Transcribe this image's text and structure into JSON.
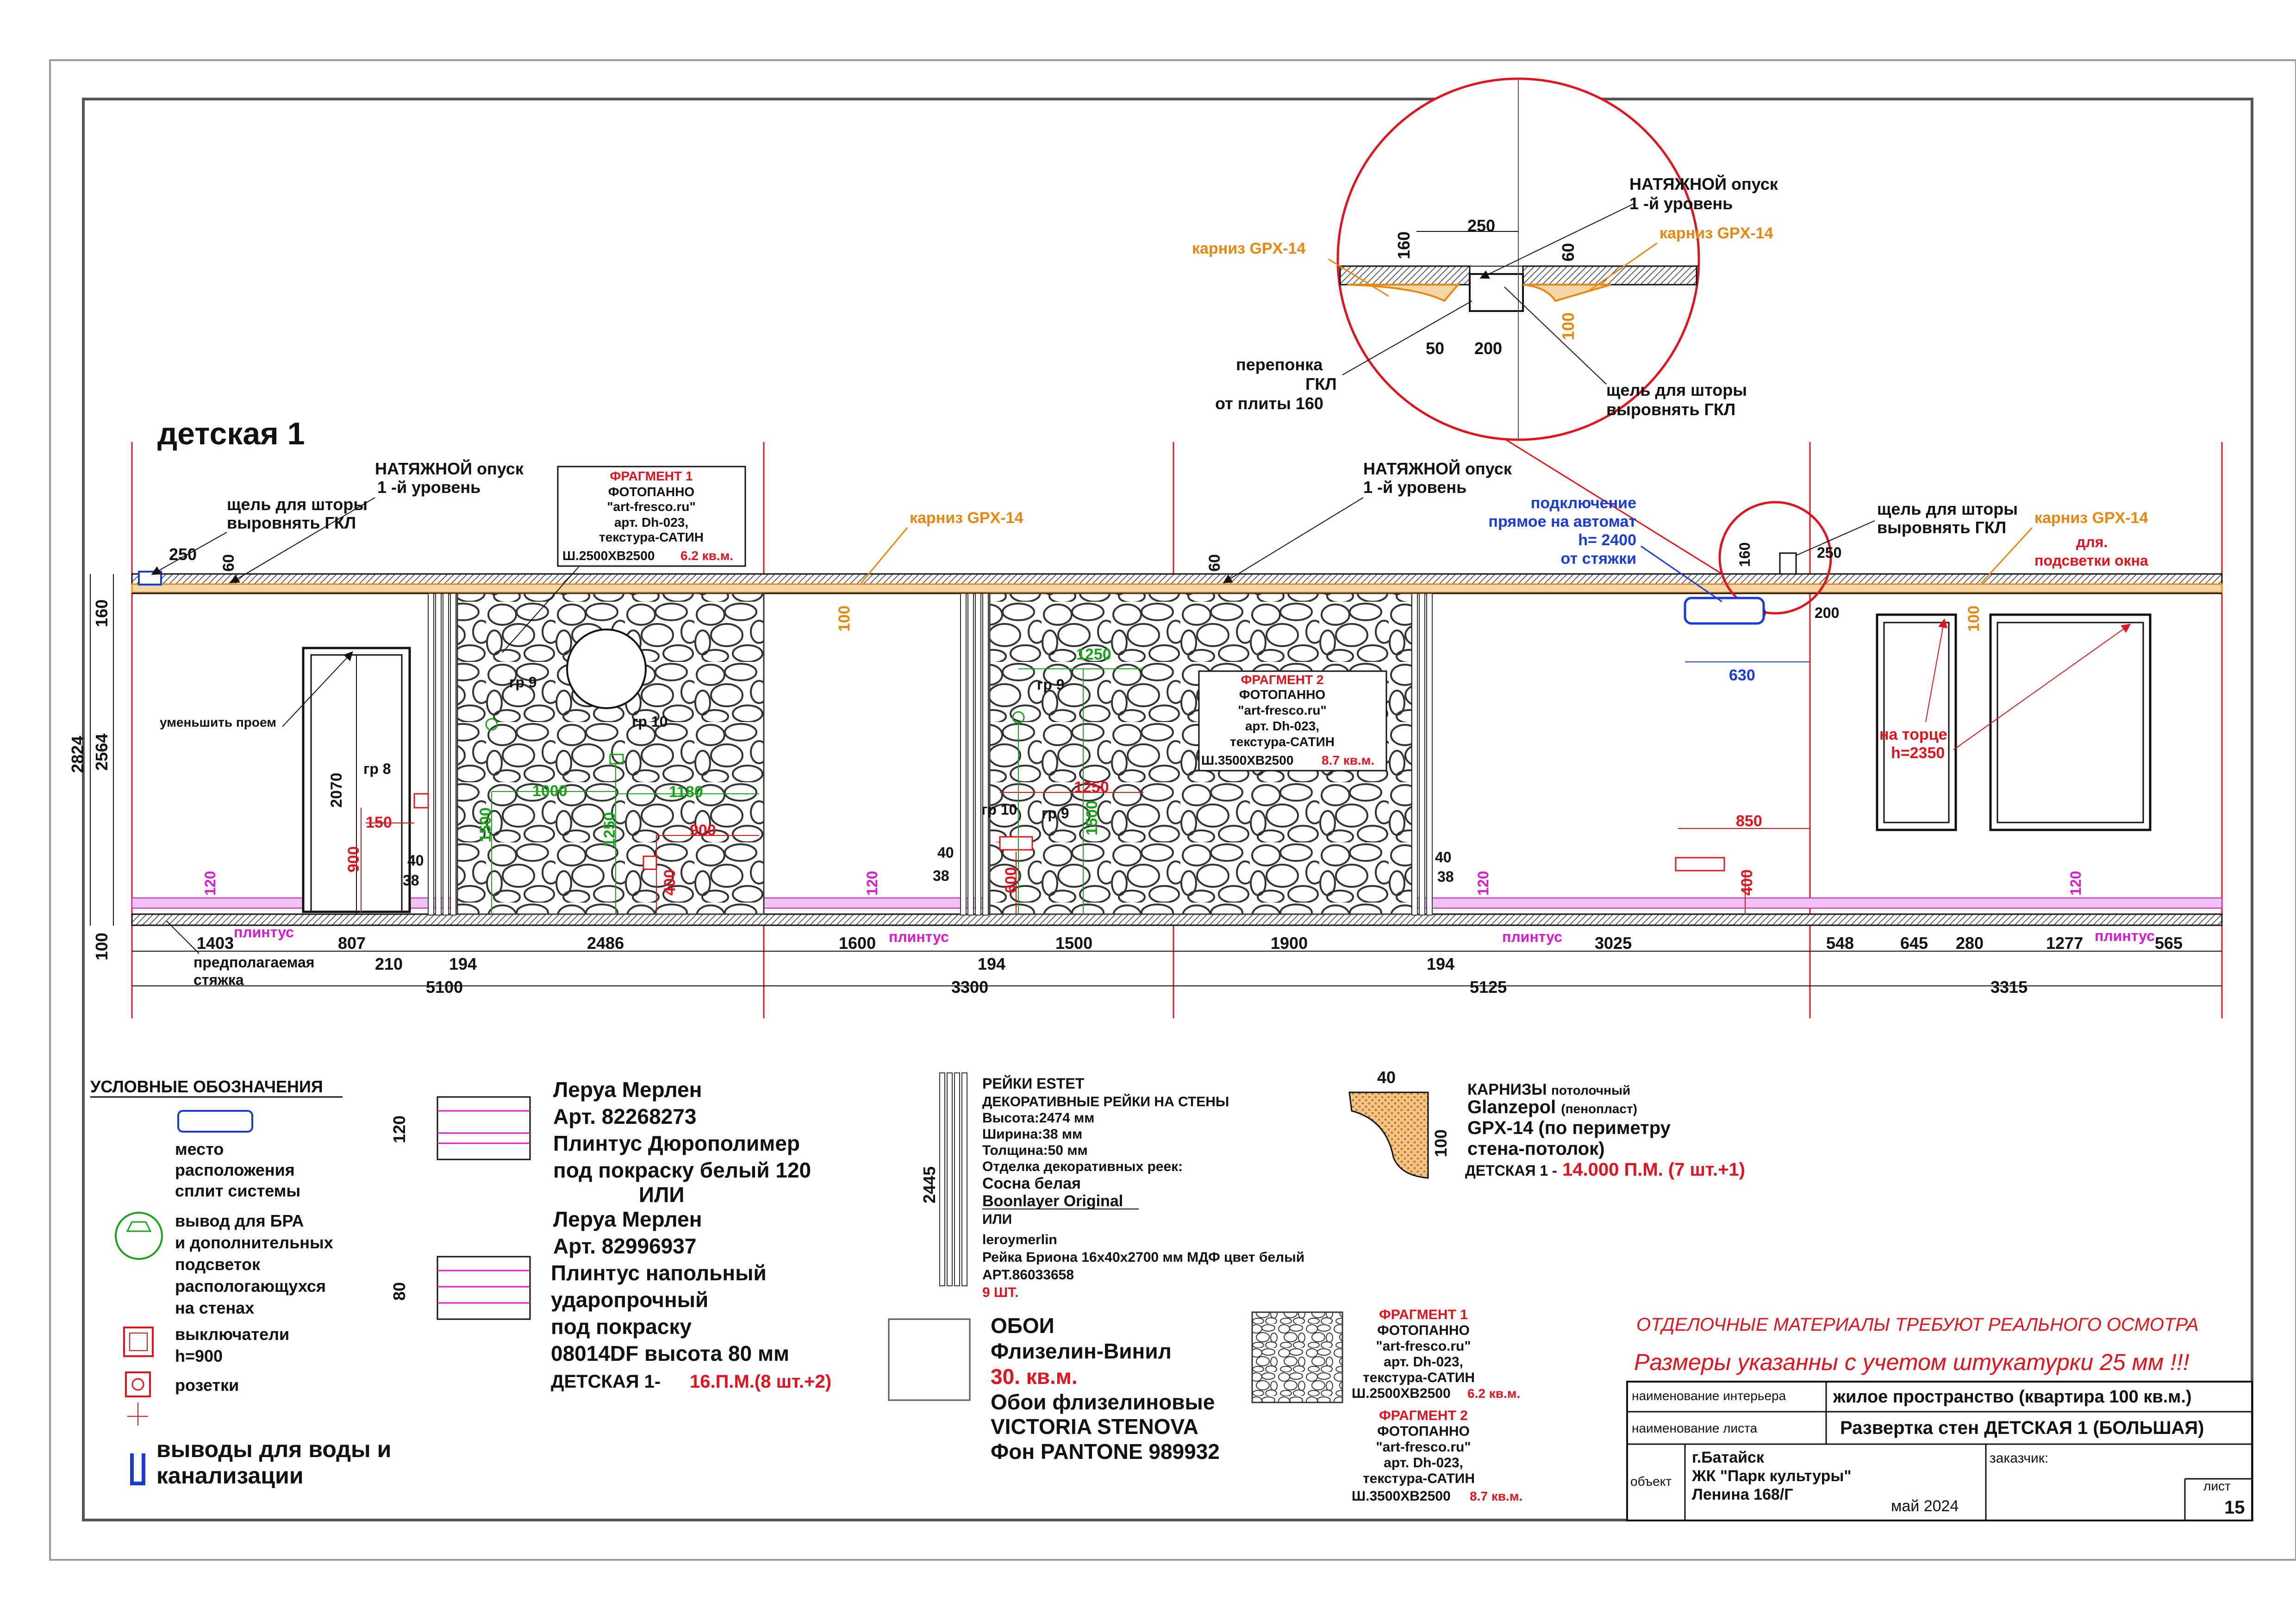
{
  "title": "детская 1",
  "colors": {
    "cornice": "#e8870f",
    "green": "#1aa31a",
    "red": "#e0141e",
    "blue": "#1a3bd6",
    "magenta": "#d81ad0",
    "plinth_band": "#e8b4ee",
    "dark": "#111111"
  },
  "zoom_top": {
    "label_natyazh": [
      "НАТЯЖНОЙ опуск",
      "1 -й уровень"
    ],
    "karniz_left": "карниз GPX-14",
    "karniz_right": "карниз GPX-14",
    "dims": [
      "160",
      "250",
      "60",
      "100",
      "50",
      "200"
    ],
    "peregorodka": [
      "перепонка",
      "ГКЛ",
      "от плиты 160"
    ],
    "shchel": [
      "щель для шторы",
      "выровнять ГКЛ"
    ]
  },
  "wall_labels": {
    "natyazh_1": [
      "НАТЯЖНОЙ опуск",
      "1 -й уровень"
    ],
    "shchel_1": [
      "щель для шторы",
      "выровнять ГКЛ"
    ],
    "natyazh_2": [
      "НАТЯЖНОЙ опуск",
      "1 -й уровень"
    ],
    "shchel_2": [
      "щель для шторы",
      "выровнять ГКЛ"
    ],
    "karniz_1": "карниз GPX-14",
    "karniz_2": "карниз GPX-14",
    "podkl": [
      "подключение",
      "прямое на автомат",
      "h= 2400",
      "от стяжки"
    ],
    "podsvetka": [
      "для.",
      "подсветки окна"
    ],
    "na_torce": [
      "на торце",
      "h=2350"
    ],
    "umenshit": "уменьшить проем",
    "predpolag": [
      "предполагаемая",
      "стяжка"
    ],
    "plintus": "плинтус",
    "gr": [
      "гр 9",
      "гр 10",
      "гр 8",
      "гр 9",
      "гр 10",
      "гр 9"
    ]
  },
  "fragment1": {
    "head": "ФРАГМЕНТ 1",
    "lines": [
      "ФОТОПАННО",
      "\"art-fresco.ru\"",
      "арт.  Dh-023,",
      "текстура-САТИН"
    ],
    "size": "Ш.2500ХВ2500",
    "area": "6.2 кв.м."
  },
  "fragment2": {
    "head": "ФРАГМЕНТ 2",
    "lines": [
      "ФОТОПАННО",
      "\"art-fresco.ru\"",
      "арт.  Dh-023,",
      "текстура-САТИН"
    ],
    "size": "Ш.3500ХВ2500",
    "area": "8.7 кв.м."
  },
  "dims": {
    "vertical_left": [
      "2824",
      "160",
      "2564",
      "100"
    ],
    "top_small": [
      "250",
      "60",
      "60",
      "100",
      "100",
      "100",
      "160",
      "250",
      "50",
      "200",
      "630"
    ],
    "green": [
      "1000",
      "1180",
      "1500",
      "1250",
      "1250",
      "1500"
    ],
    "red": [
      "150",
      "900",
      "900",
      "400",
      "1250",
      "600",
      "400",
      "850"
    ],
    "black_misc": [
      "2070",
      "40",
      "38",
      "40",
      "38",
      "40",
      "38"
    ],
    "magenta": [
      "120",
      "120",
      "120",
      "120"
    ],
    "row1": [
      "1403",
      "807",
      "210",
      "194",
      "2486",
      "1600",
      "194",
      "1500",
      "1900",
      "194",
      "3025",
      "548",
      "645",
      "280",
      "1277",
      "565"
    ],
    "row2": [
      "5100",
      "3300",
      "5125",
      "3315"
    ]
  },
  "legend": {
    "heading": "УСЛОВНЫЕ ОБОЗНАЧЕНИЯ",
    "split": [
      "место",
      "расположения",
      "сплит системы"
    ],
    "bra": [
      "вывод для БРА",
      "и дополнительных",
      "подсветок",
      "распологающухся",
      "на стенах"
    ],
    "switch": [
      "выключатели",
      "h=900"
    ],
    "socket": "розетки",
    "water": [
      "выводы для воды и",
      "канализации"
    ]
  },
  "plinth": {
    "dim120": "120",
    "dim80": "80",
    "lines": [
      "Леруа Мерлен",
      "Арт. 82268273",
      "Плинтус  Дюрополимер",
      "под покраску белый 120",
      "ИЛИ",
      "Леруа Мерлен",
      "Арт. 82996937",
      "Плинтус напольный",
      "ударопрочный",
      "под покраску",
      "08014DF высота 80 мм"
    ],
    "total_prefix": "ДЕТСКАЯ 1-",
    "total": "16.П.М.(8 шт.+2)"
  },
  "rails": {
    "dim": "2445",
    "lines": [
      "РЕЙКИ ESTET",
      "ДЕКОРАТИВНЫЕ РЕЙКИ НА СТЕНЫ",
      "Высота:2474 мм",
      "Ширина:38 мм",
      "Толщина:50 мм",
      "Отделка декоративных реек:",
      "Сосна белая",
      "Boonlayer Original",
      "ИЛИ",
      "leroymerlin",
      "Рейка Бриона 16х40х2700 мм МДФ цвет белый",
      "АРТ.86033658"
    ],
    "count": "9 ШТ."
  },
  "cornice": {
    "dim40": "40",
    "dim100": "100",
    "l1_bold": "КАРНИЗЫ",
    "l1_rest": "потолочный",
    "l2_bold": "Glanzepol",
    "l2_rest": "(пенопласт)",
    "l3": "GPX-14  (по периметру",
    "l4": "стена-потолок)",
    "total_prefix": "ДЕТСКАЯ 1 -",
    "total": "14.000 П.М. (7 шт.+1)"
  },
  "wallpaper": {
    "l1": "ОБОИ",
    "l2": "Флизелин-Винил",
    "area": "30. кв.м.",
    "l3": "Обои флизелиновые",
    "l4": "VICTORIA STENOVA",
    "l5": "Фон PANTONE 989932"
  },
  "frag_legend": {
    "f1": [
      "ФРАГМЕНТ 1",
      "ФОТОПАННО",
      "\"art-fresco.ru\"",
      "арт.  Dh-023,",
      "текстура-САТИН",
      "Ш.2500ХВ2500",
      "6.2 кв.м."
    ],
    "f2": [
      "ФРАГМЕНТ 2",
      "ФОТОПАННО",
      "\"art-fresco.ru\"",
      "арт.  Dh-023,",
      "текстура-САТИН",
      "Ш.3500ХВ2500",
      "8.7 кв.м."
    ]
  },
  "notes": {
    "n1": "ОТДЕЛОЧНЫЕ МАТЕРИАЛЫ ТРЕБУЮТ РЕАЛЬНОГО ОСМОТРА",
    "n2": "Размеры указанны  с учетом штукатурки 25 мм !!!"
  },
  "stamp": {
    "interior_label": "наименование интерьера",
    "interior_value": "жилое пространство (квартира 100 кв.м.)",
    "sheet_label": "наименование листа",
    "sheet_value": "Развертка стен ДЕТСКАЯ 1 (БОЛЬШАЯ)",
    "object_label": "объект",
    "object_lines": [
      "г.Батайск",
      "ЖК \"Парк культуры\"",
      "Ленина 168/Г"
    ],
    "date": "май 2024",
    "client_label": "заказчик:",
    "list_label": "лист",
    "list_value": "15"
  }
}
